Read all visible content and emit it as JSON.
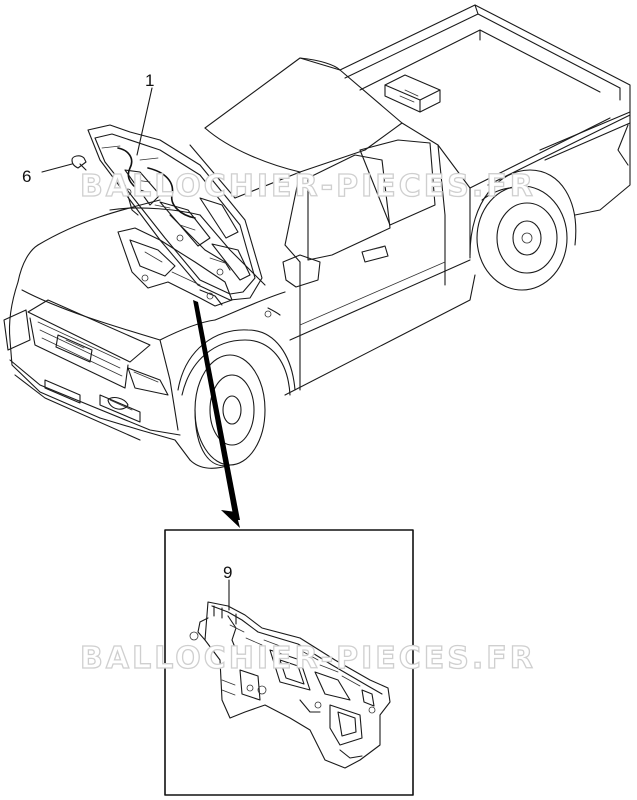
{
  "diagram": {
    "callouts": [
      {
        "id": "hood",
        "label": "1"
      },
      {
        "id": "clip",
        "label": "6"
      },
      {
        "id": "insulator",
        "label": "9"
      }
    ],
    "watermark_text": "BALLOCHIER-PIECES.FR",
    "colors": {
      "line": "#1a1a1a",
      "background": "#ffffff",
      "watermark": "#cfcfcf",
      "callout_arrow": "#000000"
    }
  }
}
